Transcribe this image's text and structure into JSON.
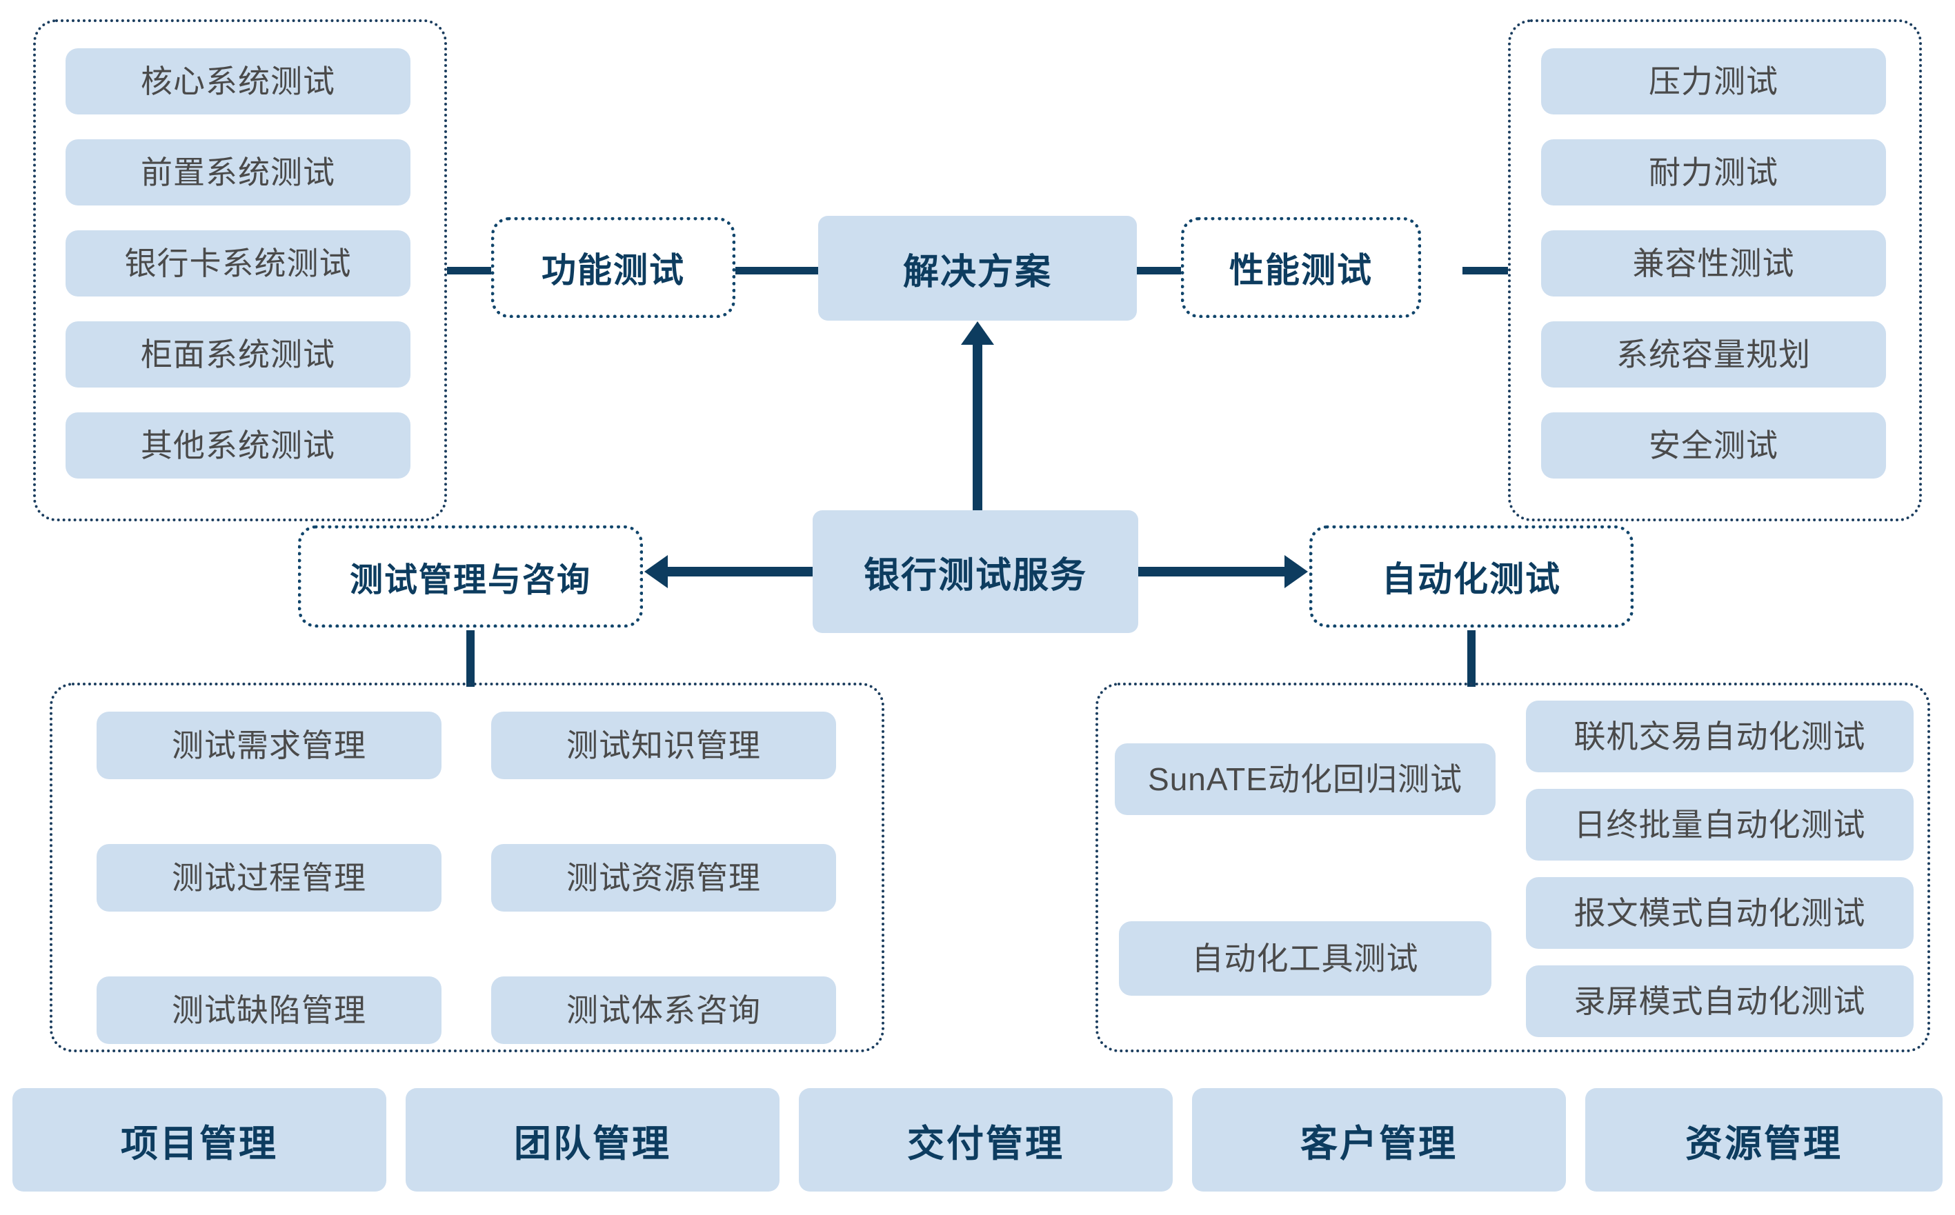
{
  "center": {
    "solution_label": "解决方案",
    "hub_label": "银行测试服务"
  },
  "branches": {
    "functional": {
      "label": "功能测试"
    },
    "performance": {
      "label": "性能测试"
    },
    "management": {
      "label": "测试管理与咨询"
    },
    "automation": {
      "label": "自动化测试"
    }
  },
  "functional_items": [
    {
      "label": "核心系统测试"
    },
    {
      "label": "前置系统测试"
    },
    {
      "label": "银行卡系统测试"
    },
    {
      "label": "柜面系统测试"
    },
    {
      "label": "其他系统测试"
    }
  ],
  "performance_items": [
    {
      "label": "压力测试"
    },
    {
      "label": "耐力测试"
    },
    {
      "label": "兼容性测试"
    },
    {
      "label": "系统容量规划"
    },
    {
      "label": "安全测试"
    }
  ],
  "management_items_left": [
    {
      "label": "测试需求管理"
    },
    {
      "label": "测试过程管理"
    },
    {
      "label": "测试缺陷管理"
    }
  ],
  "management_items_right": [
    {
      "label": "测试知识管理"
    },
    {
      "label": "测试资源管理"
    },
    {
      "label": "测试体系咨询"
    }
  ],
  "automation_items_left": [
    {
      "label": "SunATE动化回归测试"
    },
    {
      "label": "自动化工具测试"
    }
  ],
  "automation_items_right": [
    {
      "label": "联机交易自动化测试"
    },
    {
      "label": "日终批量自动化测试"
    },
    {
      "label": "报文模式自动化测试"
    },
    {
      "label": "录屏模式自动化测试"
    }
  ],
  "footer_items": [
    {
      "label": "项目管理"
    },
    {
      "label": "团队管理"
    },
    {
      "label": "交付管理"
    },
    {
      "label": "客户管理"
    },
    {
      "label": "资源管理"
    }
  ],
  "colors": {
    "chip_fill": "#cddeef",
    "accent_dark": "#0d3c5f",
    "dotted_border": "#1b3d5e",
    "chip_text": "#4a4a4a"
  }
}
